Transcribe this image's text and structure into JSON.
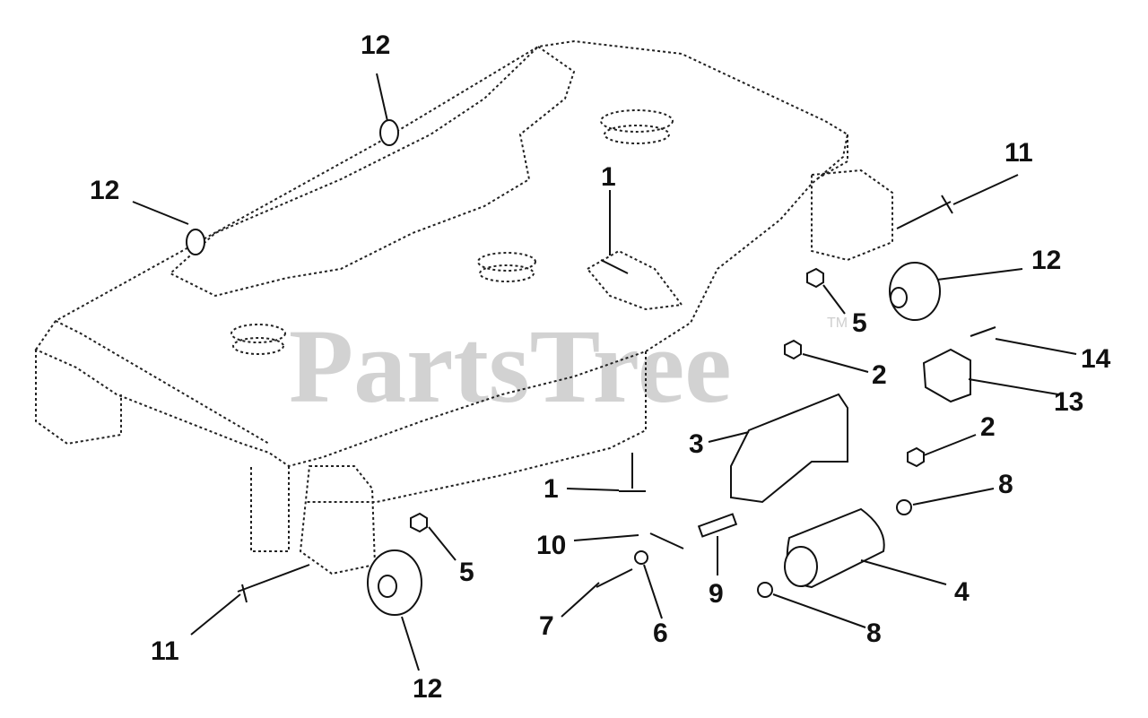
{
  "watermark": {
    "text": "PartsTree",
    "trademark": "TM"
  },
  "colors": {
    "ink": "#111111",
    "watermark": "#d2d2d2",
    "background": "#ffffff"
  },
  "callouts": [
    {
      "id": "c1a",
      "label": "1"
    },
    {
      "id": "c1b",
      "label": "1"
    },
    {
      "id": "c2a",
      "label": "2"
    },
    {
      "id": "c2b",
      "label": "2"
    },
    {
      "id": "c3",
      "label": "3"
    },
    {
      "id": "c4",
      "label": "4"
    },
    {
      "id": "c5a",
      "label": "5"
    },
    {
      "id": "c5b",
      "label": "5"
    },
    {
      "id": "c6",
      "label": "6"
    },
    {
      "id": "c7",
      "label": "7"
    },
    {
      "id": "c8a",
      "label": "8"
    },
    {
      "id": "c8b",
      "label": "8"
    },
    {
      "id": "c9",
      "label": "9"
    },
    {
      "id": "c10",
      "label": "10"
    },
    {
      "id": "c11a",
      "label": "11"
    },
    {
      "id": "c11b",
      "label": "11"
    },
    {
      "id": "c12a",
      "label": "12"
    },
    {
      "id": "c12b",
      "label": "12"
    },
    {
      "id": "c12c",
      "label": "12"
    },
    {
      "id": "c12d",
      "label": "12"
    },
    {
      "id": "c13",
      "label": "13"
    },
    {
      "id": "c14",
      "label": "14"
    }
  ]
}
